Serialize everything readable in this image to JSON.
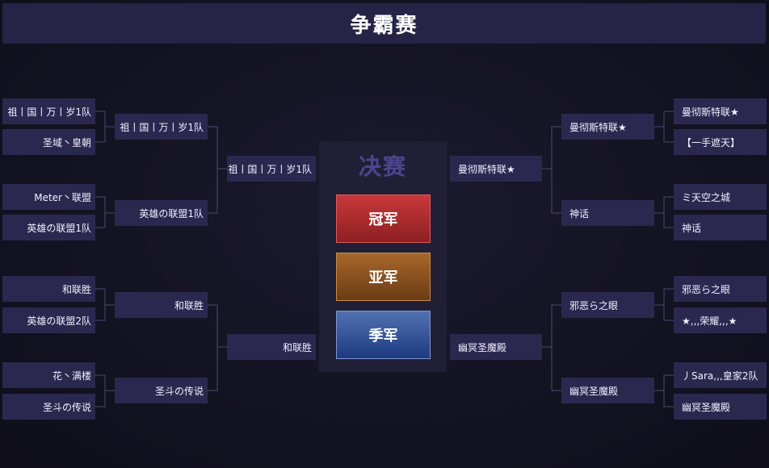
{
  "title": "争霸赛",
  "finals": {
    "title": "决赛",
    "champion_label": "冠军",
    "runner_up_label": "亚军",
    "third_label": "季军"
  },
  "left": {
    "round1": [
      "祖丨国丨万丨岁1队",
      "圣域丶皇朝",
      "Meter丶联盟",
      "英雄の联盟1队",
      "和联胜",
      "英雄の联盟2队",
      "花丶满楼",
      "圣斗の传说"
    ],
    "round2": [
      "祖丨国丨万丨岁1队",
      "英雄の联盟1队",
      "和联胜",
      "圣斗の传说"
    ],
    "semi": [
      "祖丨国丨万丨岁1队",
      "和联胜"
    ]
  },
  "right": {
    "round1": [
      "曼彻斯特联★",
      "【一手遮天】",
      "ミ天空之城",
      "神话",
      "邪恶ら之眼",
      "★,,,荣耀,,,★",
      "丿Sara,,,皇家2队",
      "幽冥圣魔殿"
    ],
    "round2": [
      "曼彻斯特联★",
      "神话",
      "邪恶ら之眼",
      "幽冥圣魔殿"
    ],
    "semi": [
      "曼彻斯特联★",
      "幽冥圣魔殿"
    ]
  },
  "colors": {
    "background": "#141322",
    "slot": "#2b2850",
    "connector": "#4d4a6e",
    "finals_title": "#4d4590",
    "champion": "#c9383b",
    "runner_up": "#a7672a",
    "third": "#5271b0"
  }
}
